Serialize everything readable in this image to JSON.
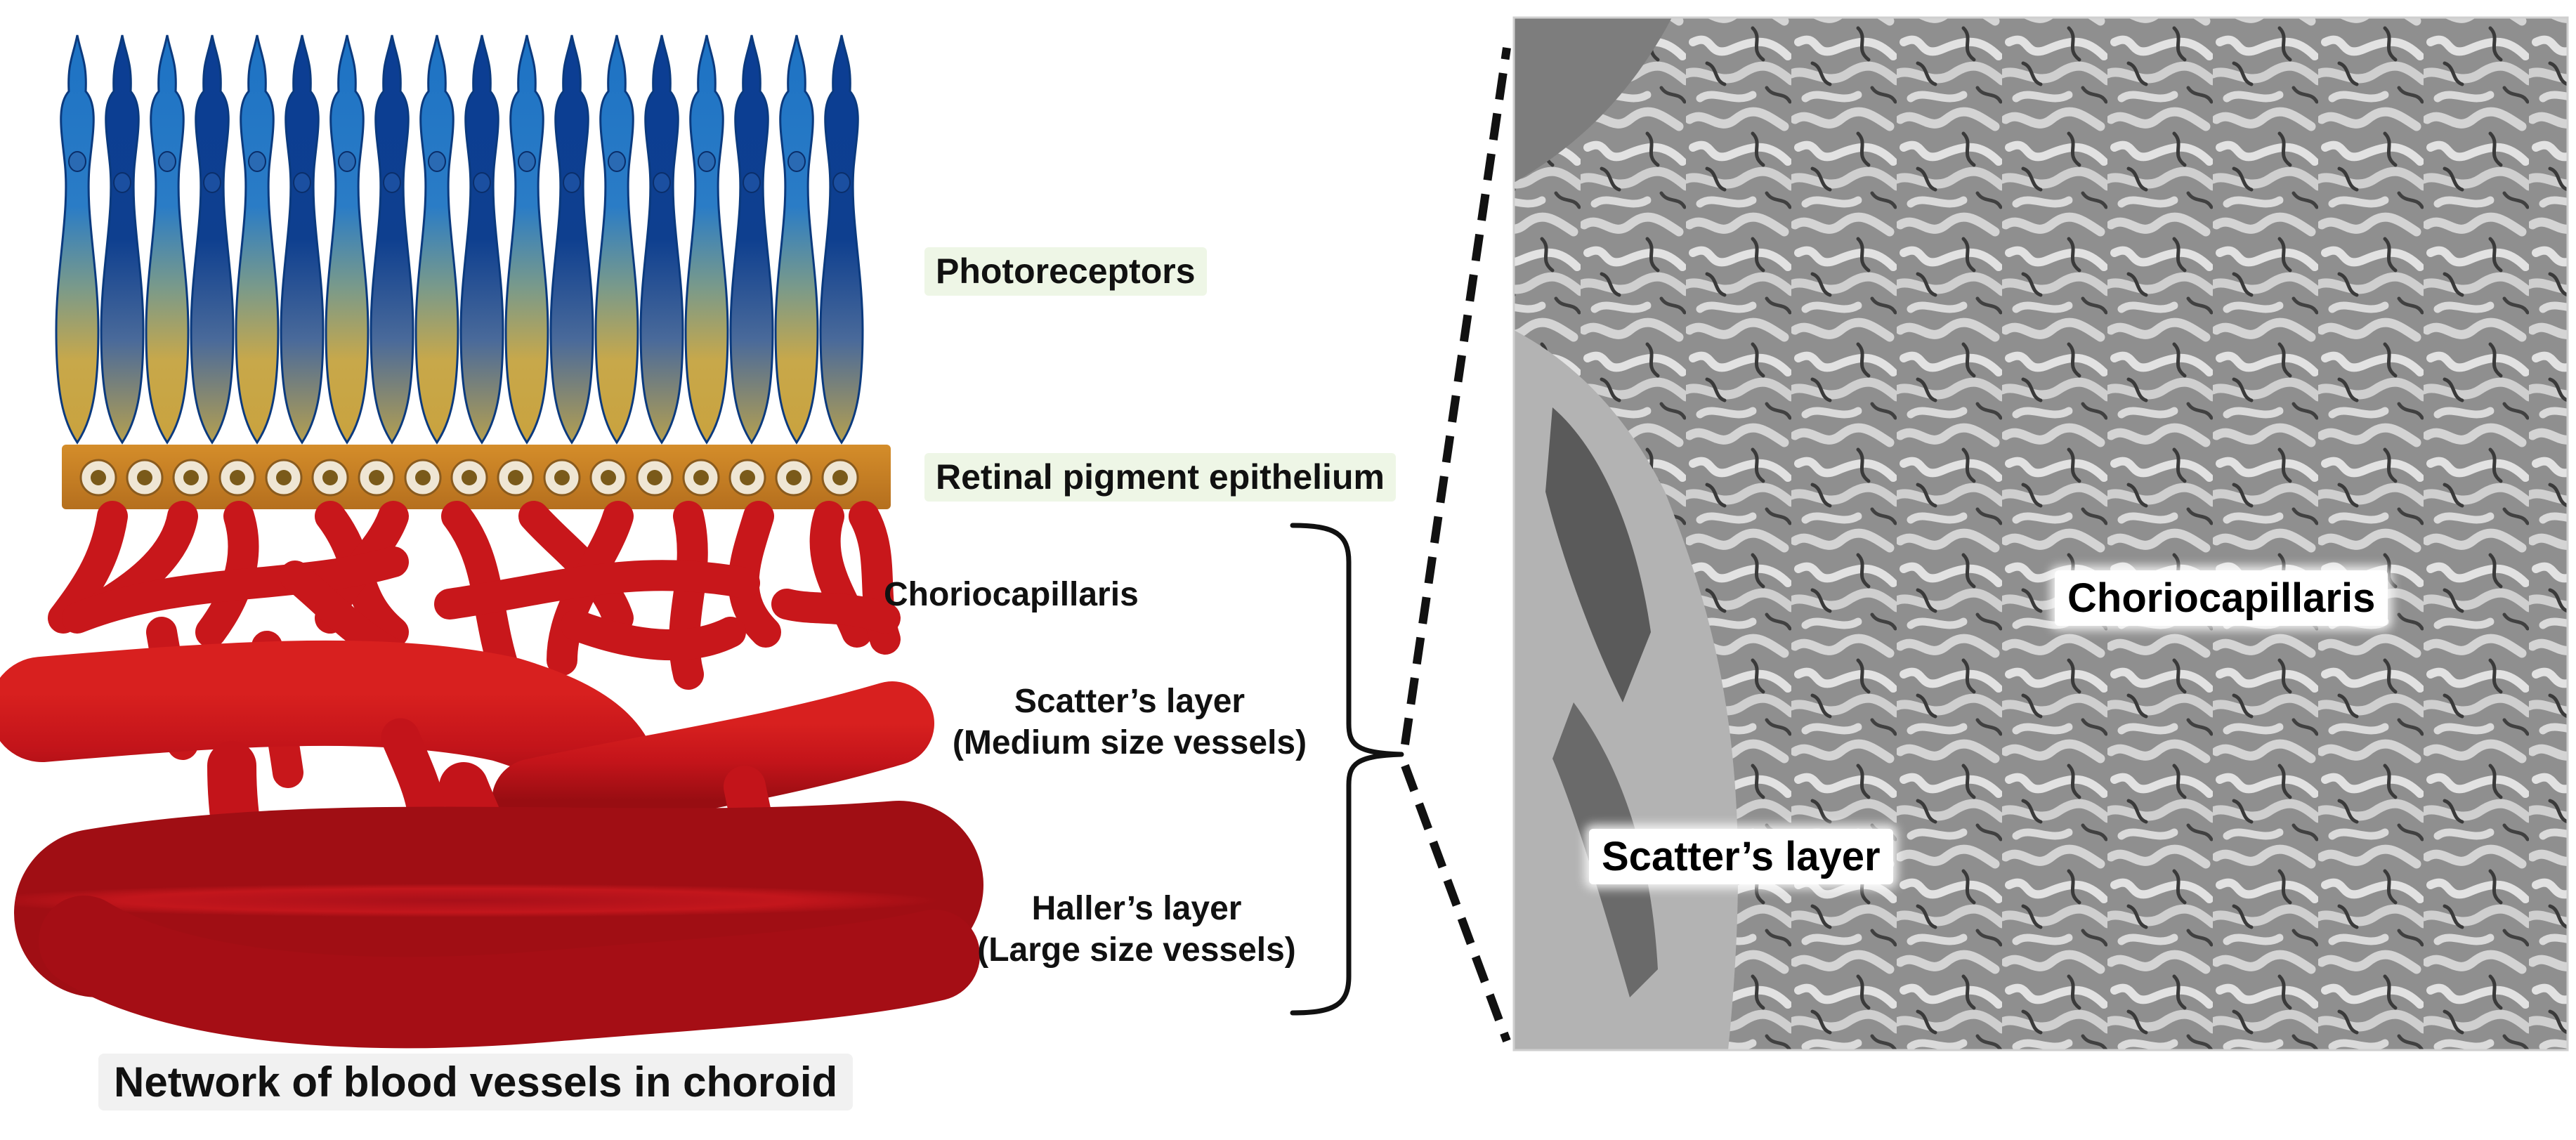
{
  "labels": {
    "photoreceptors": "Photoreceptors",
    "rpe": "Retinal pigment epithelium",
    "choriocapillaris": "Choriocapillaris",
    "scatters_line1": "Scatter’s layer",
    "scatters_line2": "(Medium size vessels)",
    "hallers_line1": "Haller’s layer",
    "hallers_line2": "(Large size vessels)"
  },
  "caption": "Network of blood vessels in choroid",
  "micrograph": {
    "choriocapillaris": "Choriocapillaris",
    "scatters": "Scatter’s layer"
  },
  "colors": {
    "photoreceptor_blue": "#1f6fc0",
    "photoreceptor_dark_blue": "#0a3a8a",
    "photoreceptor_gold": "#c9a84a",
    "rpe_band": "#c9862a",
    "vessel_red": "#c8171b",
    "vessel_dark_red": "#8e0c10",
    "micrograph_gray": "#8d8d8d"
  }
}
